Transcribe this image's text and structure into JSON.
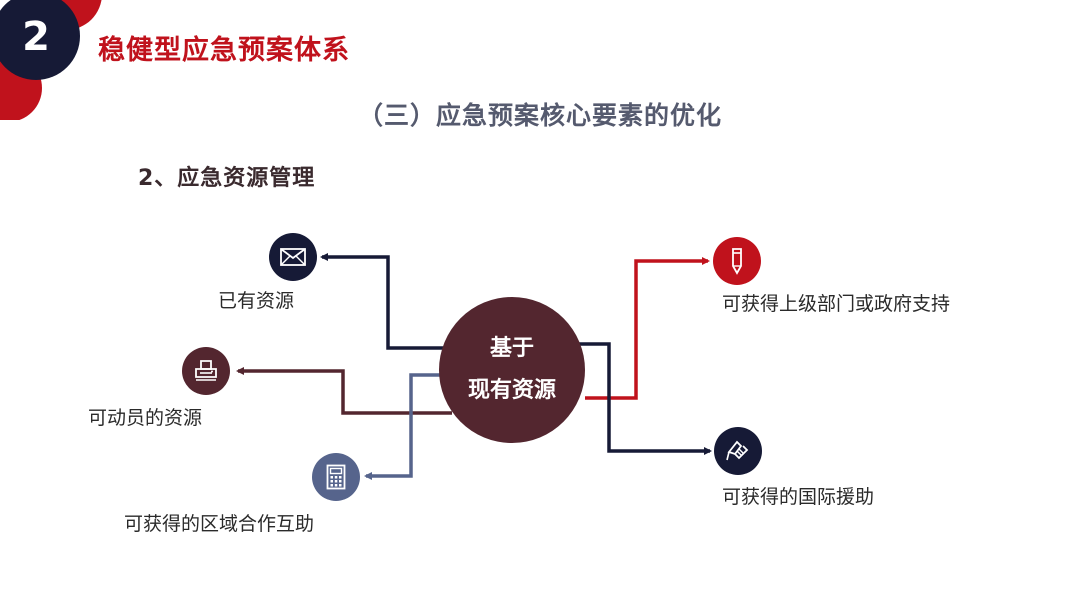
{
  "slide": {
    "section_number": "2",
    "section_title": "稳健型应急预案体系",
    "subtitle": "（三）应急预案核心要素的优化",
    "heading": "2、应急资源管理"
  },
  "diagram": {
    "center": {
      "line1": "基于",
      "line2": "现有资源",
      "color": "#53262f"
    },
    "branches": [
      {
        "label": "已有资源",
        "icon": "envelope-icon",
        "color": "#161a36"
      },
      {
        "label": "可动员的资源",
        "icon": "printer-icon",
        "color": "#53262f"
      },
      {
        "label": "可获得的区域合作互助",
        "icon": "calculator-icon",
        "color": "#56648c"
      },
      {
        "label": "可获得上级部门或政府支持",
        "icon": "pencil-icon",
        "color": "#c0121c"
      },
      {
        "label": "可获得的国际援助",
        "icon": "handshake-icon",
        "color": "#161a36"
      }
    ]
  }
}
